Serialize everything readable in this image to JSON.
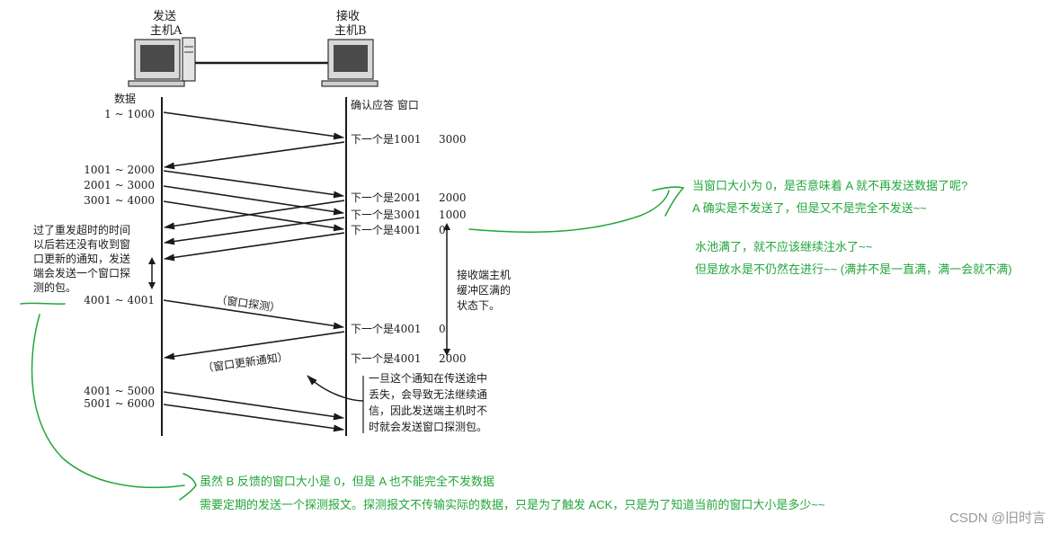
{
  "hosts": {
    "sender": {
      "line1": "发送",
      "line2": "主机A"
    },
    "receiver": {
      "line1": "接收",
      "line2": "主机B"
    }
  },
  "column_headers": {
    "sender": "数据",
    "receiver": "确认应答 窗口"
  },
  "sender_labels": [
    "1 ~ 1000",
    "1001 ~ 2000",
    "2001 ~ 3000",
    "3001 ~ 4000",
    "4001 ~ 4001",
    "4001 ~ 5000",
    "5001 ~ 6000"
  ],
  "receiver_labels": [
    {
      "ack": "下一个是1001",
      "window": "3000"
    },
    {
      "ack": "下一个是2001",
      "window": "2000"
    },
    {
      "ack": "下一个是3001",
      "window": "1000"
    },
    {
      "ack": "下一个是4001",
      "window": "0"
    },
    {
      "ack": "下一个是4001",
      "window": "0"
    },
    {
      "ack": "下一个是4001",
      "window": "2000"
    }
  ],
  "left_note": [
    "过了重发超时的时间",
    "以后若还没有收到窗",
    "口更新的通知，发送",
    "端会发送一个窗口探",
    "测的包。"
  ],
  "buffer_note": [
    "接收端主机",
    "缓冲区满的",
    "状态下。"
  ],
  "probe_label": "（窗口探测）",
  "update_label": "（窗口更新通知）",
  "bottom_note": [
    "一旦这个通知在传送途中",
    "丢失，会导致无法继续通",
    "信，因此发送端主机时不",
    "时就会发送窗口探测包。"
  ],
  "annotations": {
    "right_question": "当窗口大小为 0，是否意味着 A 就不再发送数据了呢?",
    "right_answer": "A 确实是不发送了，但是又不是完全不发送~~",
    "pool_line1": "水池满了，就不应该继续注水了~~",
    "pool_line2": "但是放水是不仍然在进行~~ (满并不是一直满，满一会就不满)",
    "bottom_line1": "虽然 B 反馈的窗口大小是 0，但是 A 也不能完全不发数据",
    "bottom_line2": "需要定期的发送一个探测报文。探测报文不传输实际的数据，只是为了触发 ACK，只是为了知道当前的窗口大小是多少~~"
  },
  "watermark": "CSDN @旧时言",
  "colors": {
    "ink": "#1a1a1a",
    "annotation": "#22a63b",
    "watermark": "#9a9a9a"
  }
}
